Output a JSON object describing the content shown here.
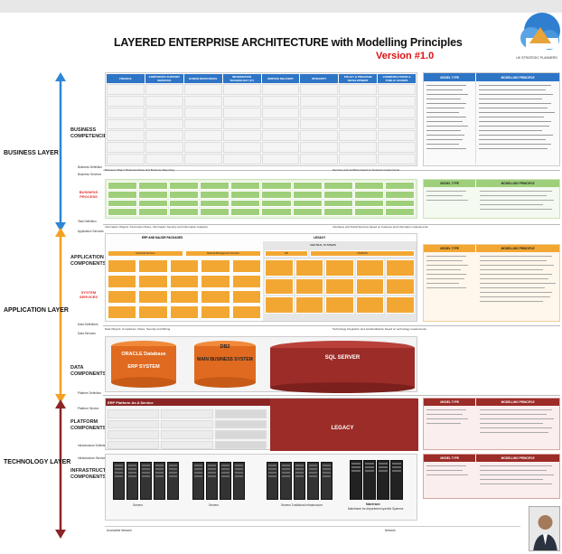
{
  "header": {
    "title": "LAYERED ENTERPRISE ARCHITECTURE  with Modelling Principles",
    "version": "Version #1.0",
    "logo_text": "UK STRATEGIC PLANNERS"
  },
  "layers": {
    "business": "BUSINESS LAYER",
    "application": "APPLICATION LAYER",
    "technology": "TECHNOLOGY LAYER"
  },
  "sections": {
    "business_competencies": "BUSINESS COMPETENCIES",
    "business_process": "BUSINESS PROCESS",
    "application_components": "APPLICATION COMPONENTS",
    "system_services": "SYSTEM SERVICES",
    "data_components": "DATA COMPONENTS",
    "platform_components": "PLATFORM COMPONENTS",
    "infrastructure_components": "INFRASTRUCTURE COMPONENTS"
  },
  "side_labels": {
    "business_definition": "Business Definition",
    "business_services": "Business Services",
    "task_definition": "Task Definition",
    "application_services": "Application Services",
    "data_definitions": "Data Definitions",
    "data_services": "Data Services",
    "platform_definition": "Platform Definition",
    "platform_services": "Platform Service",
    "infrastructure_definition": "Infrastructure Definition",
    "infrastructure_service": "Infrastructure Service"
  },
  "business_headers": [
    "FINANCE",
    "CORPORATE SUPPORT SERVICES",
    "HUMAN RESOURCES",
    "INFORMATION TECHNOLOGY (IT)",
    "SERVICE DELIVERY",
    "INTEGRITY",
    "POLICY & PROGRAM DEVELOPMENT",
    "COMMUNICATIONS & PUBLIC AFFAIRS"
  ],
  "right_headers": {
    "model_type": "MODEL TYPE",
    "modelling_principle": "MODELLING PRINCIPLE"
  },
  "statements": {
    "business": "Business Object: Business Rules and Business Reporting",
    "business_right": "Services and workflow based on business requirements",
    "info": "Information Objects: Information Rules, Information Security and Information Analytics",
    "info_right": "Interfaces and Portal Services based on business and information requirements",
    "data": "Data Objects: Compliance, Rules, Security and Mining",
    "data_right": "Technology integration and standardisation based on technology requirements"
  },
  "application": {
    "erp_packages": "ERP AND MAJOR PACKAGES",
    "legacy": "LEGACY",
    "central_systems": "CENTRAL SYSTEMS",
    "financial_services": "Financial Services",
    "material_management": "Material Management Services",
    "hr": "HR",
    "finance": "FINANCE"
  },
  "data": {
    "oracle_db": "ORACLE Database",
    "erp_system": "ERP SYSTEM",
    "db2": "DB2",
    "main_business": "MAIN BUSINESS SYSTEM",
    "sql_server": "SQL SERVER",
    "legacy": "LEGACY"
  },
  "platform": {
    "erp_paas": "ERP Platform As A Service"
  },
  "infra": {
    "servers": "Servers",
    "servers_legacy": "Servers Traditional Infrastructure",
    "mainframe": "Mainframe",
    "mainframe_sub": "Mainframe for department specific Systems",
    "accessible_network": "Accessible Network",
    "network": "Network"
  },
  "colors": {
    "arrow_blue": "#2e86d6",
    "arrow_orange": "#f4a020",
    "arrow_red": "#8b2525",
    "header_blue": "#2e75c6",
    "green": "#9fcf7a",
    "orange": "#f3a733",
    "db_orange": "#e06a1f",
    "db_red": "#9b2c28"
  }
}
